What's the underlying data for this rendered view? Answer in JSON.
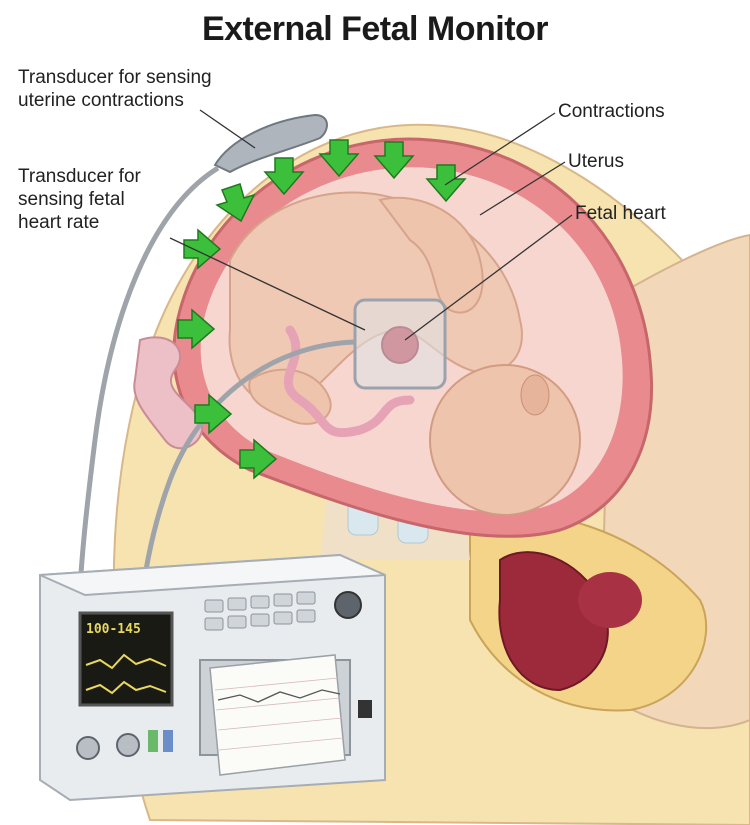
{
  "title": "External Fetal Monitor",
  "labels": {
    "uterine_transducer": [
      "Transducer for sensing",
      "uterine contractions"
    ],
    "fetal_transducer": [
      "Transducer for",
      "sensing fetal",
      "heart rate"
    ],
    "contractions": "Contractions",
    "uterus": "Uterus",
    "fetal_heart": "Fetal heart"
  },
  "monitor": {
    "screen_readout": "100-145"
  },
  "colors": {
    "arrow_green": "#3cc03c",
    "uterus_wall": "#e88a8e",
    "skin": "#f6e3b0",
    "fetus": "#f0c9b5",
    "monitor_body": "#e9ecef",
    "screen": "#1a1a14"
  }
}
